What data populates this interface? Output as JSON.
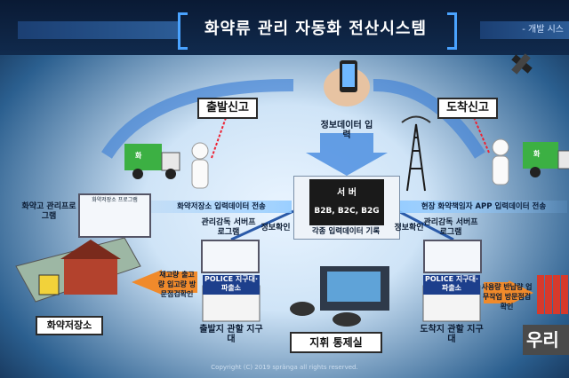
{
  "header": {
    "title": "화약류 관리 자동화  전산시스템",
    "subtitle": "- 개발 시스"
  },
  "callouts": {
    "departure": "출발신고",
    "arrival": "도착신고"
  },
  "server": {
    "input_label": "정보데이터 입 력",
    "title": "서 버",
    "protocols": "B2B, B2C, B2G",
    "record": "각종 입력데이터 기록"
  },
  "flows": {
    "left_band": "화약저장소 입력데이터 전송",
    "right_band": "현장 화약책임자 APP 입력데이터 전송",
    "info_check_left": "정보확인",
    "info_check_right": "정보확인"
  },
  "left": {
    "program_label": "화약고 관리프로그램",
    "monitor_title": "화약저장소 프로그램",
    "server_label": "관리감독 서버프로그램",
    "police": "POLICE 지구대·파출소",
    "data_list": "재고량 출고량 입고량 방문점검확인",
    "station": "출발지 관할 지구대",
    "storage": "화약저장소",
    "truck_mark": "화"
  },
  "right": {
    "server_label": "관리감독 서버프로그램",
    "police": "POLICE 지구대·파출소",
    "data_list": "사용량 반납량 업무작업 방문점검확인",
    "station": "도착지 관할 지구대",
    "truck_mark": "화",
    "brand_partial": "우리"
  },
  "center": {
    "control_room": "지휘 통제실"
  },
  "footer": {
    "copyright": "Copyright (C) 2019 spränga all rights reserved."
  },
  "colors": {
    "accent_blue": "#4aa3ff",
    "truck_green": "#3cb043",
    "arrow_blue": "#3d7fd6",
    "police_blue": "#1d3f8c"
  }
}
